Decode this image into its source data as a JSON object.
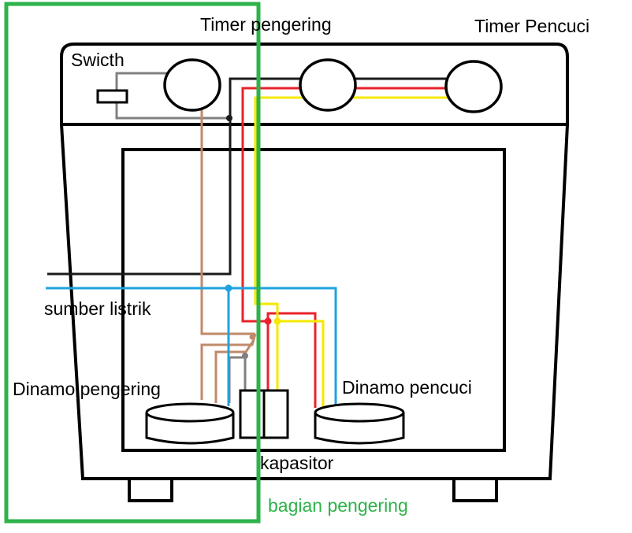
{
  "labels": {
    "timer_pengering": "Timer pengering",
    "timer_pencuci": "Timer Pencuci",
    "switch": "Swicth",
    "sumber_listrik": "sumber listrik",
    "dinamo_pengering": "Dinamo pengering",
    "dinamo_pencuci": "Dinamo pencuci",
    "kapasitor": "kapasitor",
    "bagian_pengering": "bagian pengering"
  },
  "colors": {
    "outline": "#000000",
    "wire_black": "#1a1a1a",
    "wire_gray": "#808080",
    "wire_brown": "#c08a6a",
    "wire_red": "#e8232b",
    "wire_yellow": "#f5e800",
    "wire_blue": "#1fa3e0",
    "highlight_green": "#2db34a"
  }
}
